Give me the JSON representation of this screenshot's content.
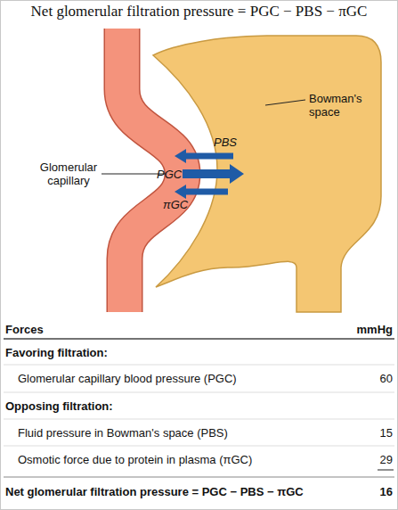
{
  "diagram": {
    "title": "Net glomerular filtration pressure = PGC − PBS − πGC",
    "labels": [
      "Bowman's space",
      "Glomerular capillary",
      "PBS",
      "PGC",
      "πGC",
      "Forces",
      "mmHg",
      "Favoring filtration:",
      "Glomerular capillary blood pressure (PGC)",
      "60",
      "Opposing filtration:",
      "Fluid pressure in Bowman's space (PBS)",
      "15",
      "Osmotic force due to protein in plasma (πGC)",
      "29",
      "Net glomerular filtration pressure = PGC − PBS − πGC",
      "16"
    ]
  }
}
